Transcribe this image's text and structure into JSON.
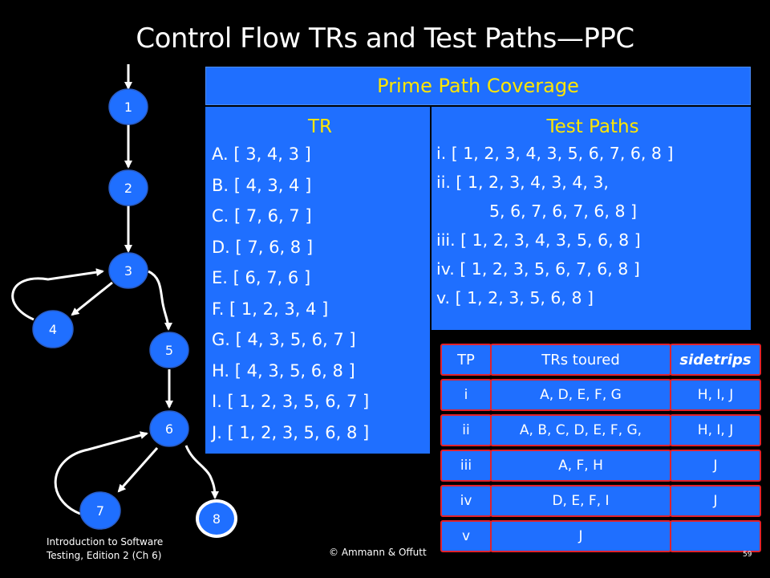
{
  "title": "Control Flow TRs and Test Paths—PPC",
  "graph": {
    "nodes": [
      "1",
      "2",
      "3",
      "4",
      "5",
      "6",
      "7",
      "8"
    ],
    "node_color": "#1f6fff",
    "final_node": "8"
  },
  "ppc": {
    "header": "Prime Path Coverage",
    "header_color": "#ffe600",
    "tr_title": "TR",
    "tr_items": [
      "A. [ 3, 4, 3 ]",
      "B. [ 4, 3, 4 ]",
      "C. [ 7, 6, 7 ]",
      "D. [ 7, 6, 8 ]",
      "E. [ 6, 7, 6 ]",
      "F. [ 1, 2, 3, 4 ]",
      "G. [ 4, 3, 5, 6, 7 ]",
      "H. [ 4, 3, 5, 6, 8 ]",
      "I. [ 1, 2, 3, 5, 6, 7 ]",
      "J. [ 1, 2, 3, 5, 6, 8 ]"
    ],
    "tp_title": "Test Paths",
    "tp_items": [
      "i.  [ 1, 2, 3, 4, 3, 5, 6, 7, 6, 8 ]",
      "ii. [ 1, 2, 3, 4, 3, 4, 3,",
      "5, 6, 7, 6, 7, 6, 8 ]",
      "iii. [ 1, 2, 3, 4, 3, 5, 6, 8 ]",
      "iv. [ 1, 2, 3, 5, 6, 7, 6, 8 ]",
      "v.  [ 1, 2, 3, 5, 6, 8 ]"
    ]
  },
  "table": {
    "headers": [
      "TP",
      "TRs toured",
      "sidetrips"
    ],
    "rows": [
      [
        "i",
        "A, D, E, F, G",
        "H, I, J"
      ],
      [
        "ii",
        "A, B, C, D, E, F, G,",
        "H, I, J"
      ],
      [
        "iii",
        "A, F, H",
        "J"
      ],
      [
        "iv",
        "D, E, F, I",
        "J"
      ],
      [
        "v",
        "J",
        ""
      ]
    ],
    "border_color": "#e0222d"
  },
  "footer": {
    "line1": "Introduction to Software",
    "line2": "Testing, Edition 2  (Ch 6)",
    "copyright": "© Ammann & Offutt",
    "page": "59"
  }
}
